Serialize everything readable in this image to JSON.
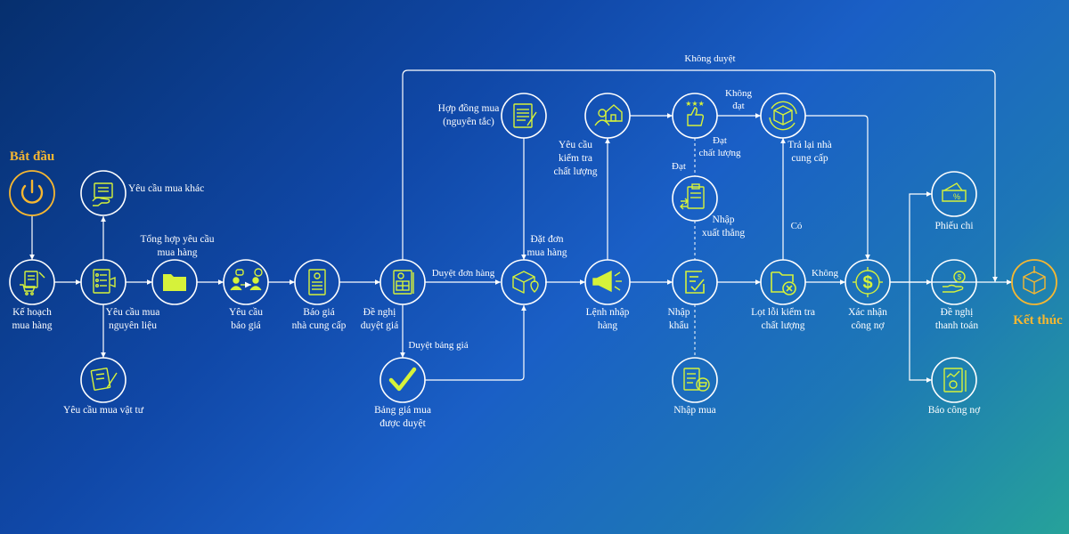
{
  "colors": {
    "accent_yellow": "#f6b731",
    "icon_lime": "#d6f23a",
    "line_white": "#ffffff"
  },
  "terminals": {
    "start": "Bắt đầu",
    "end": "Kết thúc"
  },
  "nodes": {
    "ke_hoach": "Kế hoạch\nmua hàng",
    "yc_nguyen_lieu": "Yêu cầu mua\nnguyên liệu",
    "yc_mua_khac": "Yêu cầu mua khác",
    "yc_vat_tu": "Yêu cầu mua vật tư",
    "tong_hop": "Tổng hợp yêu cầu\nmua hàng",
    "yc_bao_gia": "Yêu cầu\nbáo giá",
    "bao_gia_ncc": "Báo giá\nnhà cung cấp",
    "de_nghi_duyet": "Đề nghị\nduyệt giá",
    "bang_gia_duyet": "Bảng giá mua\nđược duyệt",
    "hop_dong": "Hợp đồng mua\n(nguyên tắc)",
    "dat_don": "Đặt đơn\nmua hàng",
    "yc_kiem_tra": "Yêu cầu\nkiểm tra\nchất lượng",
    "lenh_nhap": "Lệnh nhập\nhàng",
    "nhap_xuat_thang": "Nhập\nxuất thẳng",
    "nhap_khau": "Nhập\nkhẩu",
    "nhap_mua": "Nhập mua",
    "tra_lai": "Trả lại nhà\ncung cấp",
    "lot_loi": "Lọt lỗi kiểm tra\nchất lượng",
    "xac_nhan": "Xác nhận\ncông nợ",
    "phieu_chi": "Phiếu chi",
    "de_nghi_tt": "Đề nghị\nthanh toán",
    "bao_cong_no": "Báo công nợ"
  },
  "edges": {
    "khong_duyet": "Không duyệt",
    "duyet_don_hang": "Duyệt đơn hàng",
    "duyet_bang_gia": "Duyệt bảng giá",
    "khong_dat": "Không\nđạt",
    "dat_chat_luong": "Đạt\nchất lượng",
    "dat": "Đạt",
    "co": "Có",
    "khong": "Không"
  }
}
